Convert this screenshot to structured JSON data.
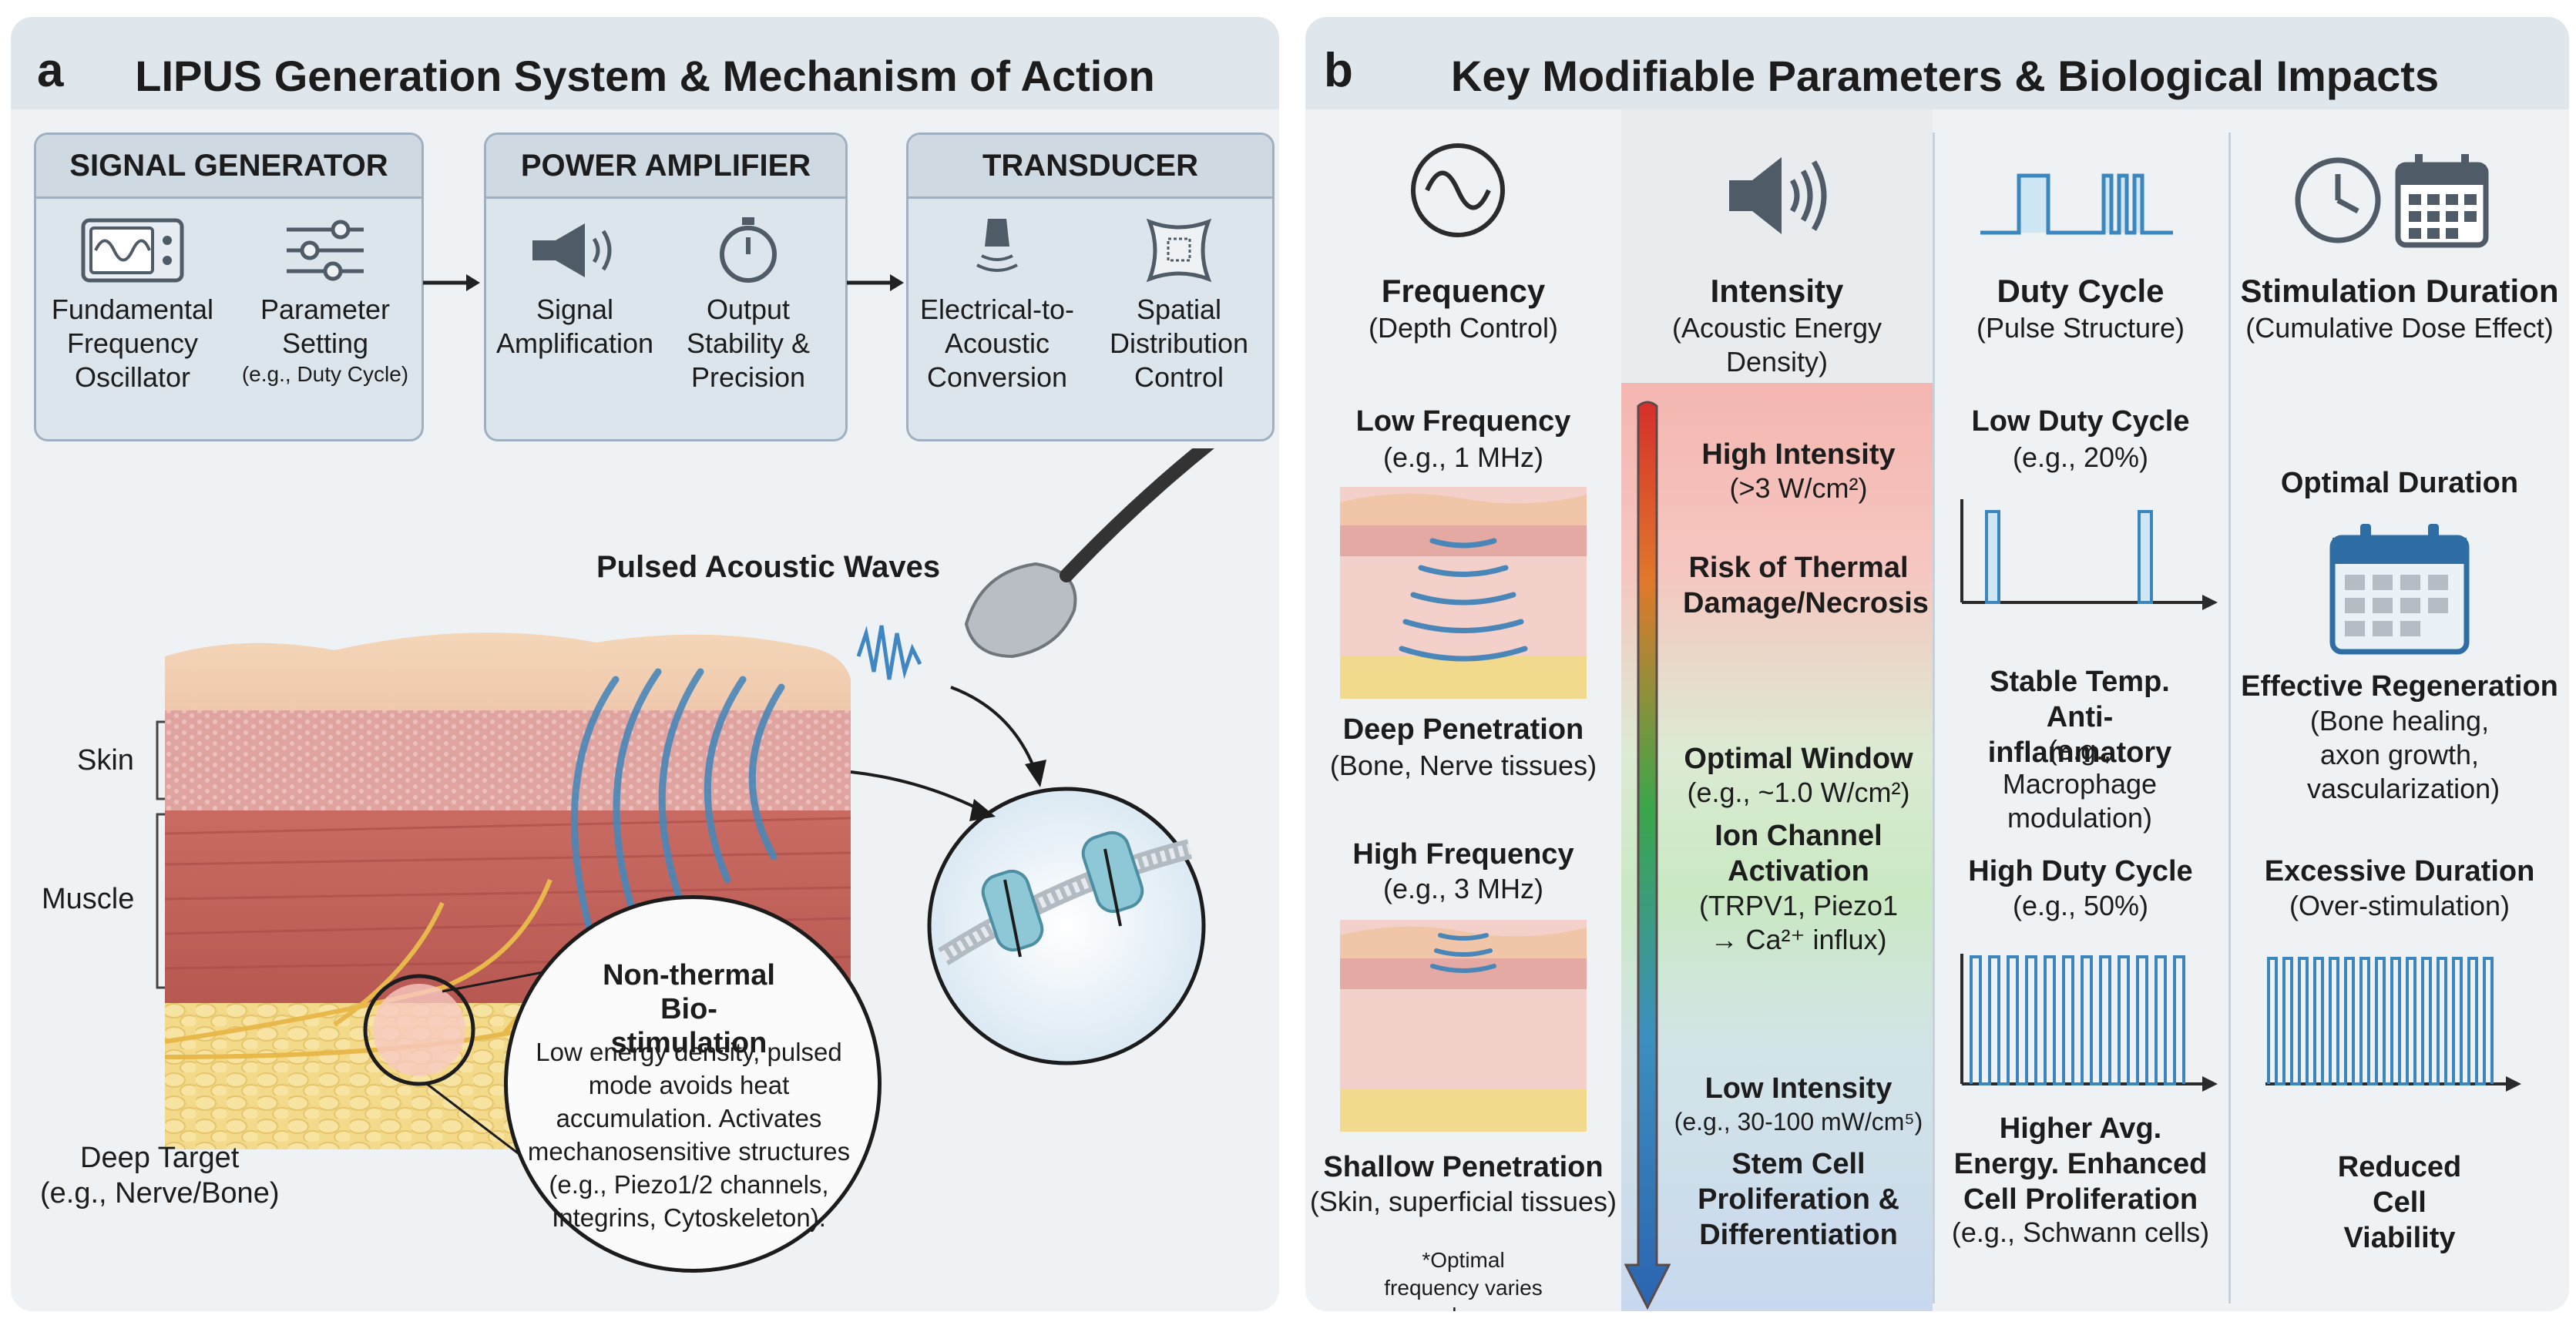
{
  "panel_a": {
    "letter": "a",
    "title": "LIPUS Generation System & Mechanism of Action",
    "boxes": [
      {
        "title": "SIGNAL GENERATOR",
        "items": [
          {
            "label": "Fundamental Frequency Oscillator",
            "sub": "",
            "icon": "oscilloscope-icon"
          },
          {
            "label": "Parameter Setting",
            "sub": "(e.g., Duty Cycle)",
            "icon": "sliders-icon"
          }
        ]
      },
      {
        "title": "POWER AMPLIFIER",
        "items": [
          {
            "label": "Signal Amplification",
            "sub": "",
            "icon": "megaphone-icon"
          },
          {
            "label": "Output Stability & Precision",
            "sub": "",
            "icon": "stopwatch-icon"
          }
        ]
      },
      {
        "title": "TRANSDUCER",
        "items": [
          {
            "label": "Electrical-to-Acoustic Conversion",
            "sub": "",
            "icon": "transducer-icon"
          },
          {
            "label": "Spatial Distribution Control",
            "sub": "",
            "icon": "spatial-icon"
          }
        ]
      }
    ],
    "waves_label": "Pulsed Acoustic Waves",
    "tissue_labels": {
      "skin": "Skin",
      "muscle": "Muscle",
      "deep": "Deep Target",
      "deep_sub": "(e.g., Nerve/Bone)"
    },
    "callout": {
      "title": "Non-thermal Bio-stimulation",
      "body": "Low energy density, pulsed mode avoids heat accumulation. Activates mechanosensitive structures (e.g., Piezo1/2 channels, Integrins, Cytoskeleton)."
    }
  },
  "panel_b": {
    "letter": "b",
    "title": "Key Modifiable Parameters & Biological Impacts",
    "frequency": {
      "title": "Frequency",
      "subtitle": "(Depth Control)",
      "low": {
        "title": "Low Frequency",
        "sub": "(e.g., 1 MHz)"
      },
      "deep": {
        "title": "Deep Penetration",
        "sub": "(Bone, Nerve tissues)"
      },
      "high": {
        "title": "High Frequency",
        "sub": "(e.g., 3 MHz)"
      },
      "shallow": {
        "title": "Shallow Penetration",
        "sub": "(Skin, superficial tissues)"
      },
      "footnote": "*Optimal frequency varies by tissue/application."
    },
    "intensity": {
      "title": "Intensity",
      "subtitle": "(Acoustic Energy Density)",
      "high": {
        "title": "High Intensity",
        "sub": "(>3 W/cm²)"
      },
      "risk": "Risk of Thermal Damage/Necrosis",
      "optimal": {
        "title": "Optimal Window",
        "sub": "(e.g., ~1.0 W/cm²)"
      },
      "ion": {
        "title": "Ion Channel Activation",
        "sub": "(TRPV1, Piezo1 → Ca²⁺ influx)"
      },
      "low": {
        "title": "Low Intensity",
        "sub": "(e.g., 30-100 mW/cm⁵)"
      },
      "stem": "Stem Cell Proliferation & Differentiation",
      "colors": {
        "high": "#f4b6b0",
        "optimal": "#c9e8c2",
        "low": "#c8d8ee"
      }
    },
    "duty": {
      "title": "Duty Cycle",
      "subtitle": "(Pulse Structure)",
      "low": {
        "title": "Low Duty Cycle",
        "sub": "(e.g., 20%)"
      },
      "stable": {
        "title": "Stable Temp. Anti-inflammatory",
        "sub": "(e.g., Macrophage modulation)"
      },
      "high": {
        "title": "High Duty Cycle",
        "sub": "(e.g., 50%)"
      },
      "energy": {
        "title": "Higher Avg. Energy. Enhanced Cell Proliferation",
        "sub": "(e.g., Schwann cells)"
      }
    },
    "duration": {
      "title": "Stimulation Duration",
      "subtitle": "(Cumulative Dose Effect)",
      "optimal": "Optimal Duration",
      "effective": {
        "title": "Effective Regeneration",
        "sub": "(Bone healing, axon growth, vascularization)"
      },
      "excessive": {
        "title": "Excessive Duration",
        "sub": "(Over-stimulation)"
      },
      "reduced": "Reduced Cell Viability"
    }
  }
}
